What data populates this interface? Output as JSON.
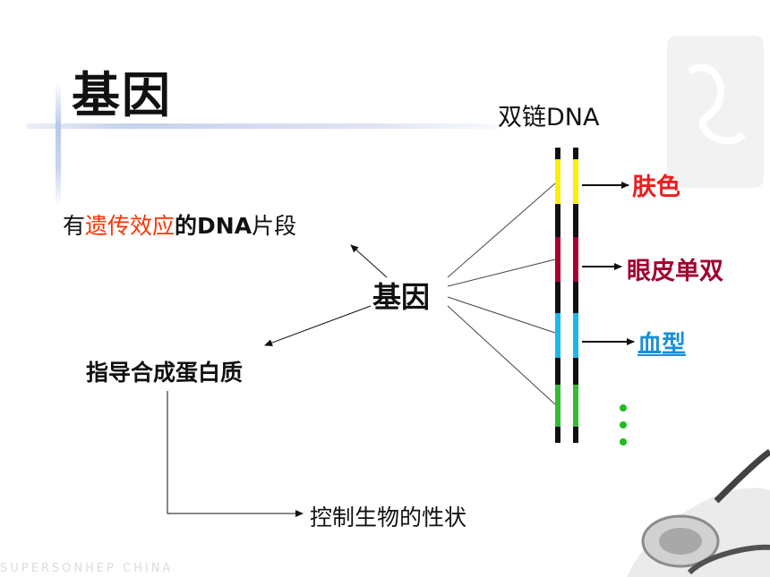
{
  "title": "基因",
  "dna_label": "双链DNA",
  "center_label": "基因",
  "definition": {
    "prefix": "有",
    "highlight": "遗传效应",
    "suffix_bold": "的DNA",
    "suffix": "片段"
  },
  "protein_label": "指导合成蛋白质",
  "trait_control_label": "控制生物的性状",
  "traits": [
    {
      "label": "肤色",
      "color": "#ee1c1c"
    },
    {
      "label": "眼皮单双",
      "color": "#a00030"
    },
    {
      "label": "血型",
      "color": "#1a8fd8",
      "underline": true
    }
  ],
  "segment_colors": [
    "#ffee00",
    "#a8002e",
    "#1ab8ee",
    "#33bb33"
  ],
  "accent_colors": {
    "highlight_text": "#ff3300",
    "strand": "#111111",
    "ellipsis_dots": "#22bb22"
  },
  "watermark": "SUPERSONHEP CHINA"
}
